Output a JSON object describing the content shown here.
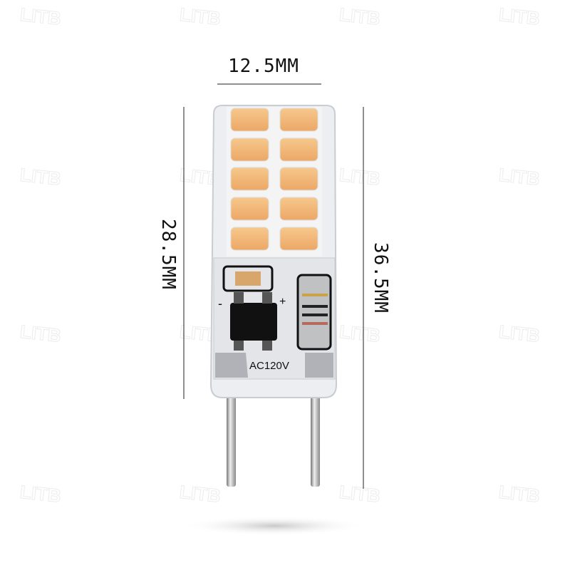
{
  "watermark": "LITB",
  "dimensions": {
    "width": "12.5MM",
    "body_height": "28.5MM",
    "total_height": "36.5MM"
  },
  "pcb_label": "AC120V",
  "polarity": {
    "minus": "-",
    "plus": "+"
  },
  "colors": {
    "led": "#f2b877",
    "pcb": "#e4e6ea",
    "silicone": "#eef0f2"
  }
}
